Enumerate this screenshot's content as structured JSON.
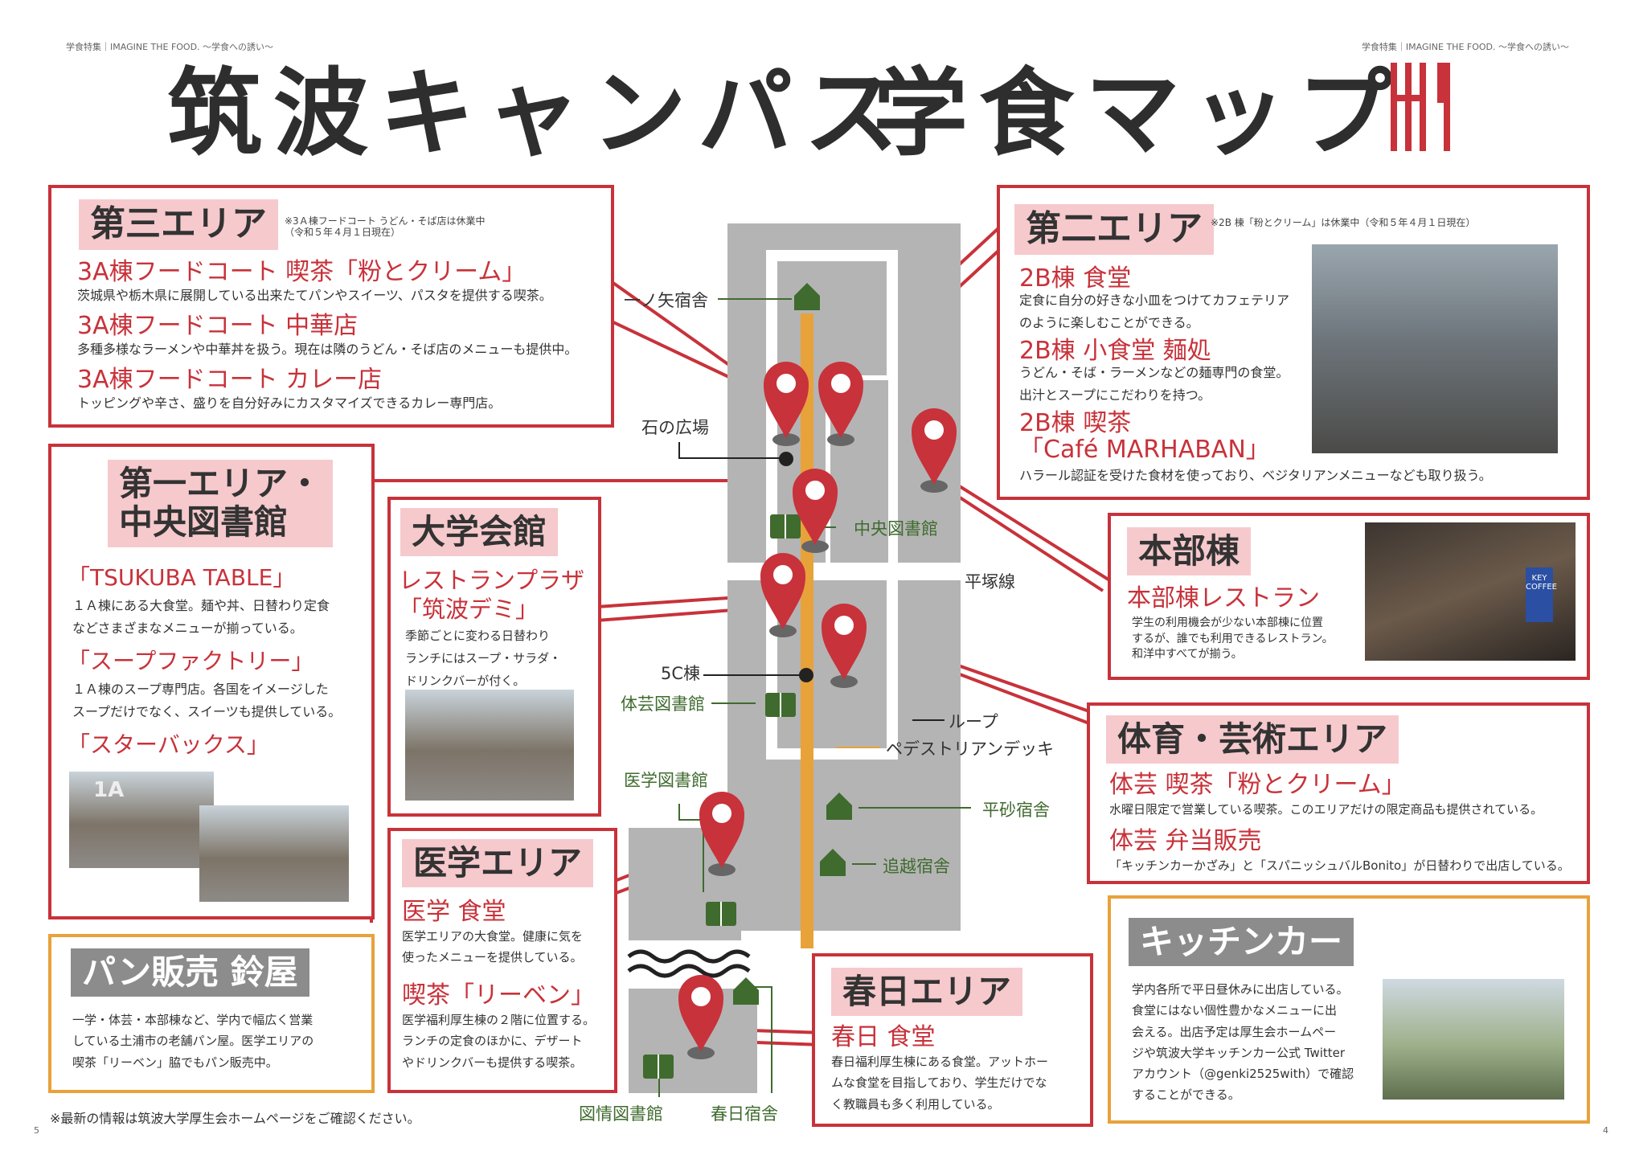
{
  "header": {
    "left": "学食特集｜IMAGINE THE FOOD. 〜学食への誘い〜",
    "right": "学食特集｜IMAGINE THE FOOD. 〜学食への誘い〜",
    "page_left": "5",
    "page_right": "4"
  },
  "title": {
    "part1": "筑波キャンパス",
    "part2": "学食マップ"
  },
  "area3": {
    "tag": "第三エリア",
    "note": "※3Ａ棟フードコート うどん・そば店は休業中\n（令和５年４月１日現在）",
    "items": [
      {
        "name": "3A棟フードコート 喫茶「粉とクリーム」",
        "desc": "茨城県や栃木県に展開している出来たてパンやスイーツ、パスタを提供する喫茶。"
      },
      {
        "name": "3A棟フードコート 中華店",
        "desc": "多種多様なラーメンや中華丼を扱う。現在は隣のうどん・そば店のメニューも提供中。"
      },
      {
        "name": "3A棟フードコート カレー店",
        "desc": "トッピングや辛さ、盛りを自分好みにカスタマイズできるカレー専門店。"
      }
    ]
  },
  "area2": {
    "tag": "第二エリア",
    "note": "※2B 棟「粉とクリーム」は休業中（令和５年４月１日現在）",
    "items": [
      {
        "name": "2B棟 食堂",
        "desc": "定食に自分の好きな小皿をつけてカフェテリア\nのように楽しむことができる。"
      },
      {
        "name": "2B棟 小食堂 麺処",
        "desc": "うどん・そば・ラーメンなどの麺専門の食堂。\n出汁とスープにこだわりを持つ。"
      },
      {
        "name": "2B棟 喫茶\n「Café MARHABAN」",
        "desc": "ハラール認証を受けた食材を使っており、ベジタリアンメニューなども取り扱う。"
      }
    ]
  },
  "area1": {
    "tag": "第一エリア・\n中央図書館",
    "items": [
      {
        "name": "「TSUKUBA TABLE」",
        "desc": "１Ａ棟にある大食堂。麺や丼、日替わり定食\nなどさまざまなメニューが揃っている。"
      },
      {
        "name": "「スープファクトリー」",
        "desc": "１Ａ棟のスープ専門店。各国をイメージした\nスープだけでなく、スイーツも提供している。"
      },
      {
        "name": "「スターバックス」",
        "desc": ""
      }
    ]
  },
  "kaikan": {
    "tag": "大学会館",
    "name": "レストランプラザ\n「筑波デミ」",
    "desc": "季節ごとに変わる日替わり\nランチにはスープ・サラダ・\nドリンクバーが付く。"
  },
  "honbu": {
    "tag": "本部棟",
    "name": "本部棟レストラン",
    "desc": "学生の利用機会が少ない本部棟に位置\nするが、誰でも利用できるレストラン。\n和洋中すべてが揃う。"
  },
  "taigei": {
    "tag": "体育・芸術エリア",
    "items": [
      {
        "name": "体芸 喫茶「粉とクリーム」",
        "desc": "水曜日限定で営業している喫茶。このエリアだけの限定商品も提供されている。"
      },
      {
        "name": "体芸 弁当販売",
        "desc": "「キッチンカーかざみ」と「スパニッシュバルBonito」が日替わりで出店している。"
      }
    ]
  },
  "igaku": {
    "tag": "医学エリア",
    "items": [
      {
        "name": "医学 食堂",
        "desc": "医学エリアの大食堂。健康に気を\n使ったメニューを提供している。"
      },
      {
        "name": "喫茶「リーベン」",
        "desc": "医学福利厚生棟の２階に位置する。\nランチの定食のほかに、デザート\nやドリンクバーも提供する喫茶。"
      }
    ]
  },
  "kasuga": {
    "tag": "春日エリア",
    "name": "春日 食堂",
    "desc": "春日福利厚生棟にある食堂。アットホー\nムな食堂を目指しており、学生だけでな\nく教職員も多く利用している。"
  },
  "pan": {
    "tag": "パン販売 鈴屋",
    "desc": "一学・体芸・本部棟など、学内で幅広く営業\nしている土浦市の老舗パン屋。医学エリアの\n喫茶「リーベン」脇でもパン販売中。"
  },
  "kitchen": {
    "tag": "キッチンカー",
    "desc": "学内各所で平日昼休みに出店している。\n食堂にはない個性豊かなメニューに出\n会える。出店予定は厚生会ホームペー\nジや筑波大学キッチンカー公式 Twitter\nアカウント（@genki2525with）で確認\nすることができる。"
  },
  "footer_note": "※最新の情報は筑波大学厚生会ホームページをご確認ください。",
  "map_labels": {
    "ichinoya": "一ノ矢宿舎",
    "ishinohiroba": "石の広場",
    "chuo_lib": "中央図書館",
    "hiratsuka": "平塚線",
    "5c": "5C棟",
    "taigei_lib": "体芸図書館",
    "loop": "ループ",
    "pedestrian": "ペデストリアンデッキ",
    "igaku_lib": "医学図書館",
    "hirasuna": "平砂宿舎",
    "oikoshi": "追越宿舎",
    "tojo_lib": "図情図書館",
    "kasuga_dorm": "春日宿舎"
  },
  "photo_labels": {
    "area1_sign": "1A",
    "honbu_sign": "KEY COFFEE"
  },
  "colors": {
    "red": "#c8323a",
    "orange": "#e8a23a",
    "pink": "#f6c9cd",
    "green": "#3f6b2e",
    "gray": "#b4b4b4"
  }
}
